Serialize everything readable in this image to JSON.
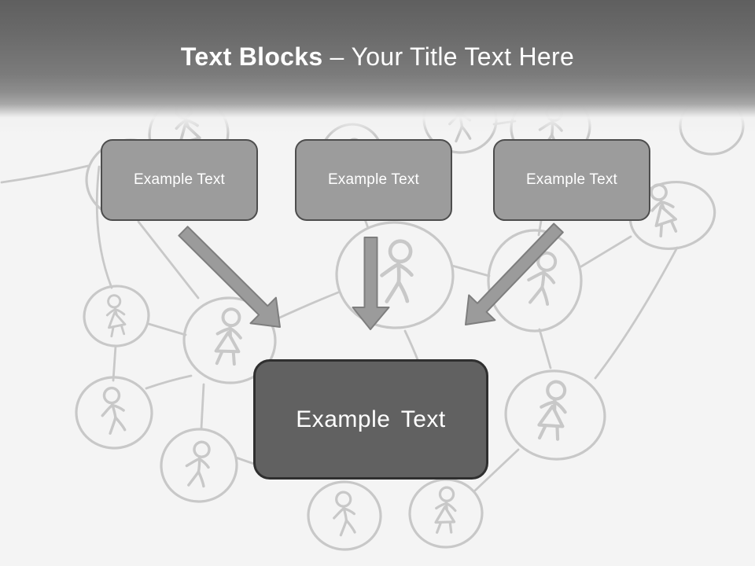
{
  "slide": {
    "header": {
      "title_bold": "Text Blocks",
      "title_separator": "–",
      "title_regular": "Your Title Text Here"
    },
    "blocks": {
      "top": [
        {
          "label": "Example Text"
        },
        {
          "label": "Example Text"
        },
        {
          "label": "Example Text"
        }
      ],
      "center": {
        "label": "Example Text"
      }
    },
    "icons": {
      "arrow_1": "arrow-down-right-icon",
      "arrow_2": "arrow-down-icon",
      "arrow_3": "arrow-down-left-icon",
      "background": "network-of-people-doodle"
    },
    "colors": {
      "title_text": "#ffffff",
      "header_gradient_top": "#5f5f5f",
      "header_gradient_mid": "#8d8d8d",
      "body_background": "#f4f4f4",
      "top_block_fill": "#9c9c9c",
      "top_block_border": "#4d4d4d",
      "center_block_fill": "#616161",
      "center_block_border": "#2f2f2f",
      "block_text": "#ffffff",
      "arrow_fill": "#9b9b9b",
      "arrow_outline": "#7e7e7e",
      "doodle_stroke": "#c8c8c8"
    }
  }
}
